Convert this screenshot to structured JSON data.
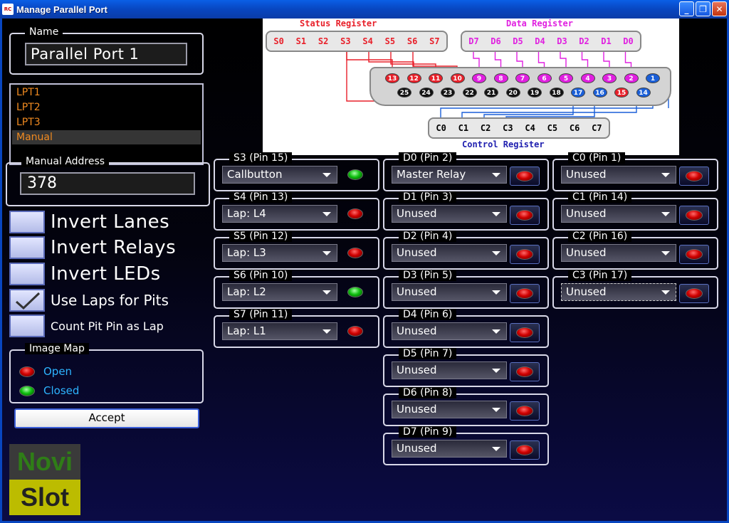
{
  "window": {
    "icon_text": "RC",
    "title": "Manage Parallel Port",
    "buttons": {
      "minimize": "_",
      "maximize": "❐",
      "close": "✕"
    }
  },
  "name_group": {
    "title": "Name",
    "value": "Parallel Port 1"
  },
  "port_list": [
    {
      "label": "LPT1",
      "selected": false
    },
    {
      "label": "LPT2",
      "selected": false
    },
    {
      "label": "LPT3",
      "selected": false
    },
    {
      "label": "Manual",
      "selected": true
    }
  ],
  "manual_address": {
    "title": "Manual Address",
    "value": "378"
  },
  "options": [
    {
      "label": "Invert Lanes",
      "checked": false
    },
    {
      "label": "Invert Relays",
      "checked": false
    },
    {
      "label": "Invert LEDs",
      "checked": false
    },
    {
      "label": "Use Laps for Pits",
      "checked": true
    },
    {
      "label": "Count Pit Pin as Lap",
      "checked": false
    }
  ],
  "image_map": {
    "title": "Image Map",
    "open_label": "Open",
    "closed_label": "Closed"
  },
  "accept_label": "Accept",
  "logo": {
    "top": "Novi",
    "bottom": "Slot"
  },
  "diagram": {
    "status_title": "Status Register",
    "data_title": "Data Register",
    "control_title": "Control Register",
    "status_bits": [
      "S0",
      "S1",
      "S2",
      "S3",
      "S4",
      "S5",
      "S6",
      "S7"
    ],
    "data_bits": [
      "D7",
      "D6",
      "D5",
      "D4",
      "D3",
      "D2",
      "D1",
      "D0"
    ],
    "control_bits": [
      "C0",
      "C1",
      "C2",
      "C3",
      "C4",
      "C5",
      "C6",
      "C7"
    ],
    "top_pins": [
      "13",
      "12",
      "11",
      "10",
      "9",
      "8",
      "7",
      "6",
      "5",
      "4",
      "3",
      "2",
      "1"
    ],
    "bottom_pins": [
      "25",
      "24",
      "23",
      "22",
      "21",
      "20",
      "19",
      "18",
      "17",
      "16",
      "15",
      "14"
    ],
    "colors": {
      "status": "#e8202a",
      "data": "#e020e0",
      "control": "#1a5fd8",
      "ground": "#111111"
    }
  },
  "status_pins": [
    {
      "title": "S3 (Pin 15)",
      "value": "Callbutton",
      "led": "green"
    },
    {
      "title": "S4 (Pin 13)",
      "value": "Lap: L4",
      "led": "red"
    },
    {
      "title": "S5 (Pin 12)",
      "value": "Lap: L3",
      "led": "red"
    },
    {
      "title": "S6 (Pin 10)",
      "value": "Lap: L2",
      "led": "green"
    },
    {
      "title": "S7 (Pin 11)",
      "value": "Lap: L1",
      "led": "red"
    }
  ],
  "data_pins": [
    {
      "title": "D0 (Pin 2)",
      "value": "Master Relay"
    },
    {
      "title": "D1 (Pin 3)",
      "value": "Unused"
    },
    {
      "title": "D2 (Pin 4)",
      "value": "Unused"
    },
    {
      "title": "D3 (Pin 5)",
      "value": "Unused"
    },
    {
      "title": "D4 (Pin 6)",
      "value": "Unused"
    },
    {
      "title": "D5 (Pin 7)",
      "value": "Unused"
    },
    {
      "title": "D6 (Pin 8)",
      "value": "Unused"
    },
    {
      "title": "D7 (Pin 9)",
      "value": "Unused"
    }
  ],
  "control_pins": [
    {
      "title": "C0 (Pin 1)",
      "value": "Unused"
    },
    {
      "title": "C1 (Pin 14)",
      "value": "Unused"
    },
    {
      "title": "C2 (Pin 16)",
      "value": "Unused"
    },
    {
      "title": "C3 (Pin 17)",
      "value": "Unused"
    }
  ]
}
